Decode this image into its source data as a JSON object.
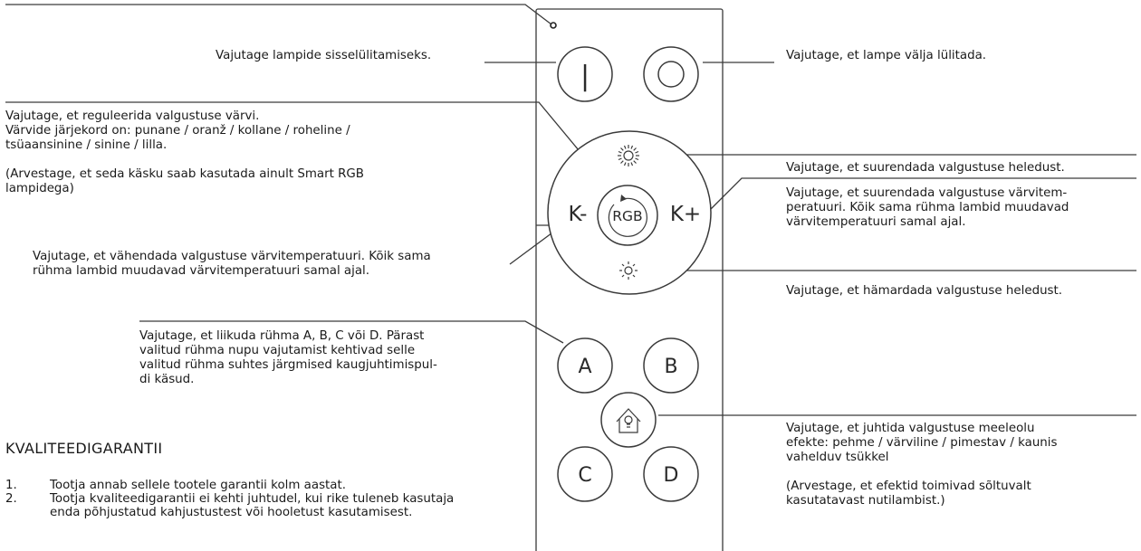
{
  "remote": {
    "on_symbol": "|",
    "rgb_label": "RGB",
    "k_minus_label": "K-",
    "k_plus_label": "K+",
    "a_label": "A",
    "b_label": "B",
    "c_label": "C",
    "d_label": "D"
  },
  "callouts": {
    "on": "Vajutage lampide sisselülitamiseks.",
    "off": "Vajutage, et lampe välja lülitada.",
    "rgb": "Vajutage, et reguleerida valgustuse värvi.\nVärvide järjekord on: punane / oranž / kollane / roheline /\ntsüaansinine / sinine / lilla.\n\n(Arvestage, et seda käsku saab kasutada ainult Smart RGB\nlampidega)",
    "k_minus": "Vajutage, et vähendada valgustuse värvitemperatuuri. Kõik sama\nrühma lambid muudavad värvitemperatuuri samal ajal.",
    "group": "Vajutage, et liikuda rühma A, B, C või D. Pärast\nvalitud rühma nupu vajutamist kehtivad selle\nvalitud rühma suhtes järgmised kaugjuhtimispul-\ndi käsud.",
    "brightness_up": "Vajutage, et suurendada valgustuse heledust.",
    "k_plus": "Vajutage, et suurendada valgustuse värvitem-\nperatuuri. Kõik sama rühma lambid muudavad\nvärvitemperatuuri samal ajal.",
    "brightness_down": "Vajutage, et hämardada valgustuse heledust.",
    "mood": "Vajutage, et juhtida valgustuse meeleolu\nefekte: pehme / värviline / pimestav / kaunis\nvahelduv tsükkel\n\n(Arvestage, et efektid toimivad sõltuvalt\nkasutatavast nutilambist.)"
  },
  "warranty": {
    "title": "KVALITEEDIGARANTII",
    "items": [
      {
        "num": "1.",
        "text": "Tootja annab sellele tootele garantii kolm aastat."
      },
      {
        "num": "2.",
        "text": "Tootja kvaliteedigarantii ei kehti juhtudel, kui rike tuleneb kasutaja enda põhjustatud kahjustustest või hooletust kasutamisest."
      }
    ]
  },
  "icons": [
    "led-indicator-icon",
    "power-on-icon",
    "power-off-icon",
    "sun-icon",
    "dim-sun-icon",
    "rgb-cycle-icon",
    "home-bulb-icon"
  ]
}
